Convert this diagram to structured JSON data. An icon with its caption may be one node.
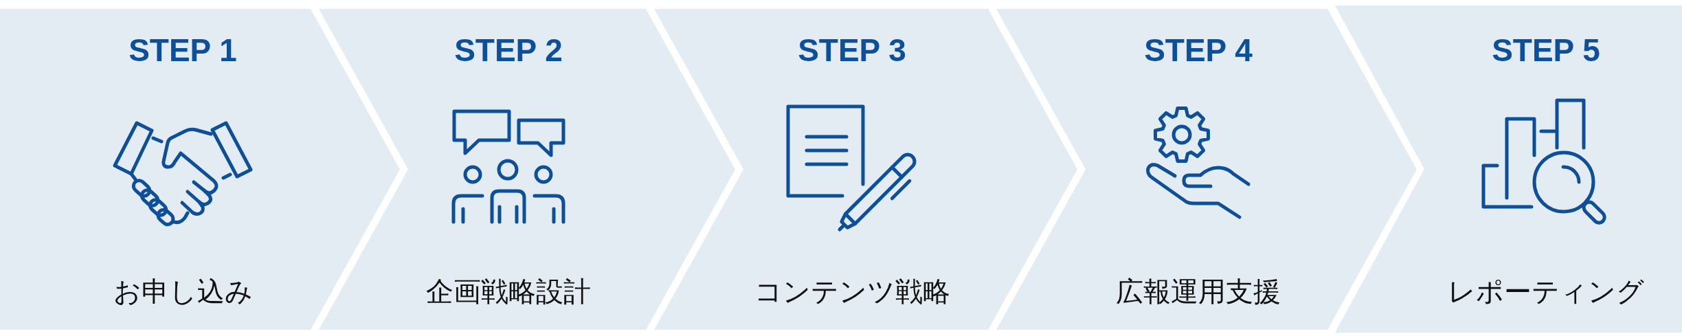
{
  "diagram": {
    "nodes": [
      {
        "text": [
          "STEP 1",
          "お申し込み"
        ]
      },
      {
        "text": [
          "STEP 2",
          "企画戦略設計"
        ]
      },
      {
        "text": [
          "STEP 3",
          "コンテンツ戦略"
        ]
      },
      {
        "text": [
          "STEP 4",
          "広報運用支援"
        ]
      },
      {
        "text": [
          "STEP 5",
          "レポーティング"
        ]
      }
    ]
  }
}
